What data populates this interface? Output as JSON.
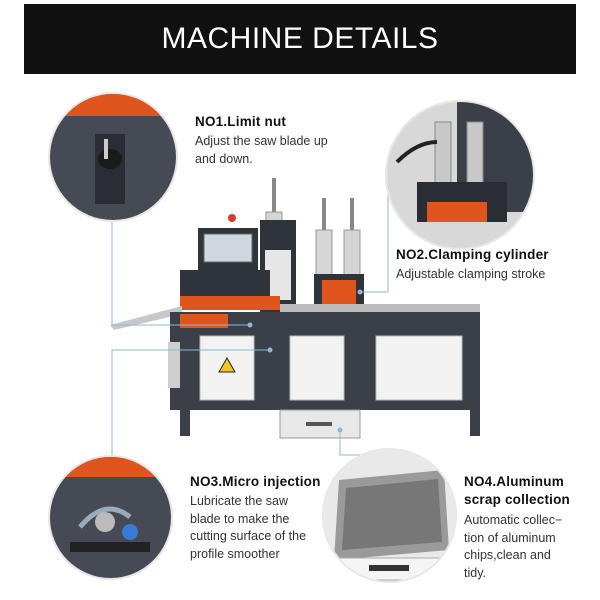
{
  "banner": {
    "title": "MACHINE DETAILS"
  },
  "features": [
    {
      "title": "NO1.Limit nut",
      "description": [
        "Adjust the saw blade up",
        "and down."
      ]
    },
    {
      "title": "NO2.Clamping cylinder",
      "description": [
        "Adjustable clamping stroke"
      ]
    },
    {
      "title": "NO3.Micro injection",
      "description": [
        "Lubricate the saw",
        "blade to make the",
        "cutting surface of the",
        "profile smoother"
      ]
    },
    {
      "title": "NO4.Aluminum",
      "title2": "scrap collection",
      "description": [
        "Automatic collec−",
        "tion of aluminum",
        "chips,clean and",
        "tidy."
      ]
    }
  ],
  "colors": {
    "banner": "#111111",
    "machine_body": "#3b3f48",
    "accent": "#e0541d",
    "connector": "#8fb8d6"
  },
  "icons": [
    "warning-icon"
  ]
}
